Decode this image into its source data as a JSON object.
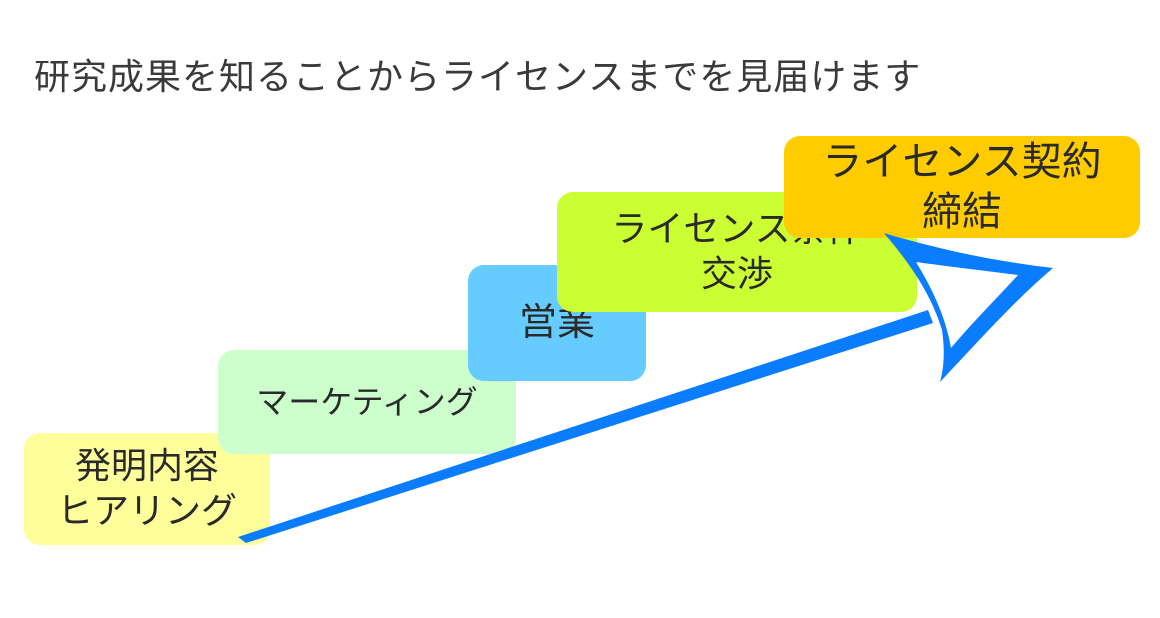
{
  "headline": "研究成果を知ることからライセンスまでを見届けます",
  "steps": {
    "hearing": {
      "line1": "発明内容",
      "line2": "ヒアリング",
      "color": "#fefe9a"
    },
    "marketing": {
      "line1": "マーケティング",
      "color": "#ccffcc"
    },
    "sales": {
      "line1": "営業",
      "color": "#66ccff"
    },
    "negotiation": {
      "line1": "ライセンス条件",
      "line2": "交渉",
      "color": "#ccff33"
    },
    "contract": {
      "line1": "ライセンス契約",
      "line2": "締結",
      "color": "#ffcc00"
    }
  },
  "arrow": {
    "icon": "progress-arrow-icon",
    "color": "#0a7dff"
  }
}
